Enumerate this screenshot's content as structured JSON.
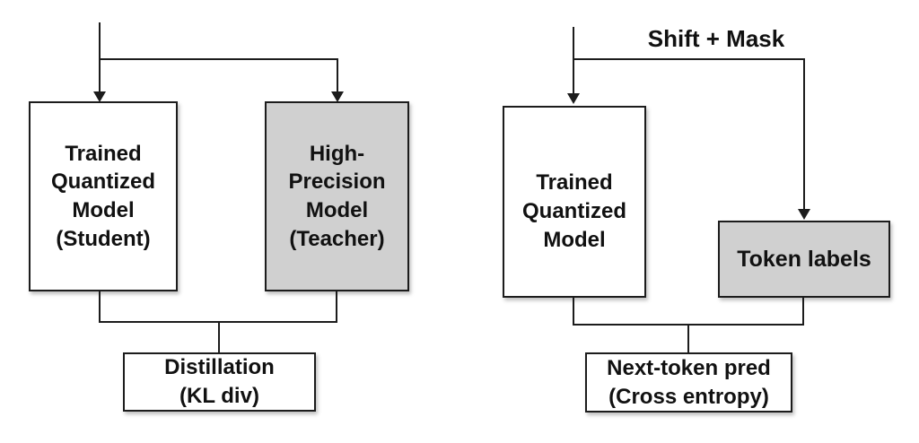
{
  "figure": {
    "description": "Two training-setup flow diagrams",
    "left_diagram": {
      "boxes": {
        "student": {
          "label": "Trained\nQuantized\nModel\n(Student)",
          "fill": "white"
        },
        "teacher": {
          "label": "High-\nPrecision\nModel\n(Teacher)",
          "fill": "gray"
        },
        "loss": {
          "label": "Distillation\n(KL div)",
          "fill": "white"
        }
      }
    },
    "right_diagram": {
      "edge_label": "Shift + Mask",
      "boxes": {
        "student": {
          "label": "Trained\nQuantized\nModel",
          "fill": "white"
        },
        "token_labels": {
          "label": "Token labels",
          "fill": "gray"
        },
        "loss": {
          "label": "Next-token pred\n(Cross entropy)",
          "fill": "white"
        }
      }
    }
  },
  "colors": {
    "background": "#ffffff",
    "line": "#1c1c1c",
    "box_gray": "#d0d0d0"
  }
}
